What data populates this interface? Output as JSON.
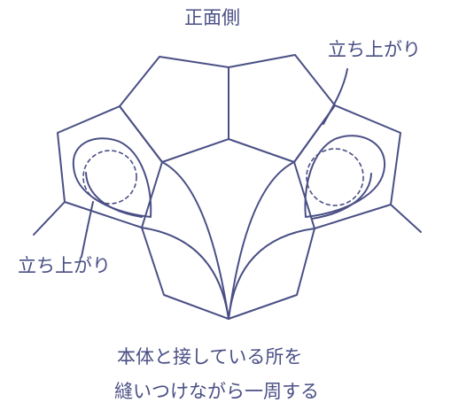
{
  "labels": {
    "front_side": "正面側",
    "raise_right": "立ち上がり",
    "raise_left": "立ち上がり",
    "caption_line1": "本体と接している所を",
    "caption_line2": "縫いつけながら一周する"
  },
  "colors": {
    "line": "#4a4f85",
    "text": "#4a4f85",
    "background": "#ffffff"
  }
}
